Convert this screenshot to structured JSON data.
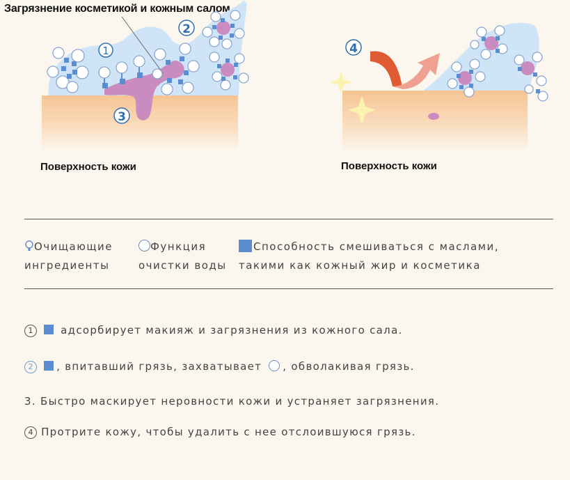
{
  "diagram": {
    "title": "Загрязнение косметикой и кожным салом",
    "left_skin_label": "Поверхность кожи",
    "right_skin_label": "Поверхность кожи",
    "markers": [
      "1",
      "2",
      "3",
      "4"
    ]
  },
  "legend": {
    "items": [
      {
        "line1": "Очищающие",
        "line2": "ингредиенты",
        "icon": "pin-icon"
      },
      {
        "line1": "Функция",
        "line2": "очистки воды",
        "icon": "circle-icon"
      },
      {
        "line1": "Способность смешиваться с маслами,",
        "line2": "такими как кожный жир и косметика",
        "icon": "square-icon"
      }
    ]
  },
  "steps": {
    "s1_num": "1",
    "s1_text": "адсорбирует макияж и загрязнения из кожного сала.",
    "s2_num": "2",
    "s2_text_a": ", впитавший грязь, захватывает",
    "s2_text_b": ", обволакивая грязь.",
    "s3_text": "3. Быстро маскирует неровности кожи и устраняет загрязнения.",
    "s4_num": "4",
    "s4_text": "Протрите кожу, чтобы удалить с нее отслоившуюся грязь."
  },
  "colors": {
    "skin": "#f7c79a",
    "water": "#cfe4f6",
    "dirt": "#c98bc0",
    "square": "#5b8ed0",
    "arrow_dark": "#e05a34",
    "arrow_light": "#f0a090",
    "marker": "#2f6fb0"
  }
}
